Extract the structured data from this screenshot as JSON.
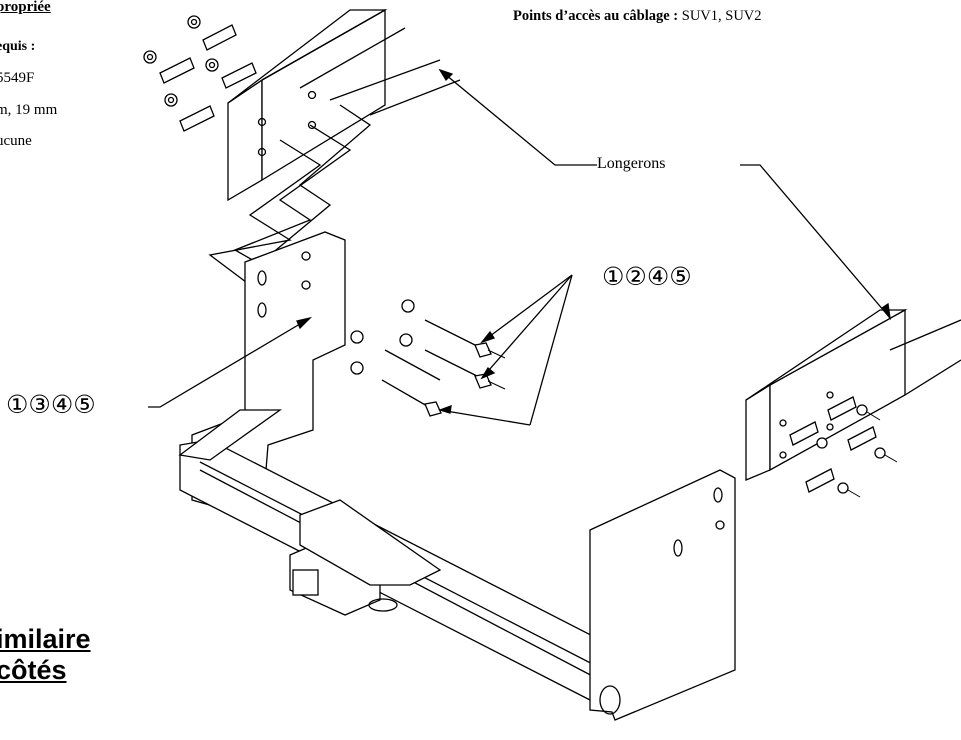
{
  "header": {
    "title_fragment": "propriée",
    "tools_required": "equis :",
    "part_number": "5549F",
    "wrench_sizes": "m, 19 mm",
    "drill": "ucune"
  },
  "wiring": {
    "label": "Points d’accès au câblage :",
    "value": "SUV1, SUV2"
  },
  "labels": {
    "frame_rails": "Longerons"
  },
  "callouts": {
    "fasteners_outer": "①②④⑤",
    "fasteners_inner": "①③④⑤"
  },
  "footer": {
    "line1": "imilaire",
    "line2": "côtés"
  }
}
